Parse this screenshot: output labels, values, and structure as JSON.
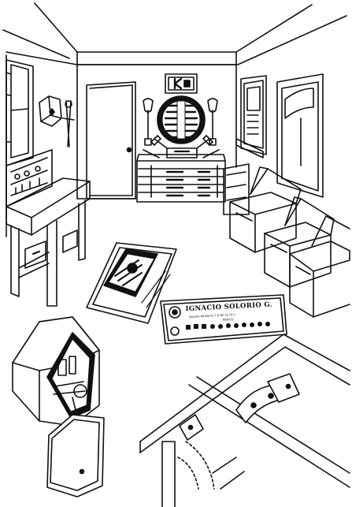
{
  "sign": {
    "name": "IGNACIO SOLORIO G.",
    "line1": "Rancho 48   Barrio 7-8   Tel 15-14-1",
    "line2": "MEXICO"
  },
  "colors": {
    "ink": "#111111",
    "paper": "#ffffff"
  }
}
